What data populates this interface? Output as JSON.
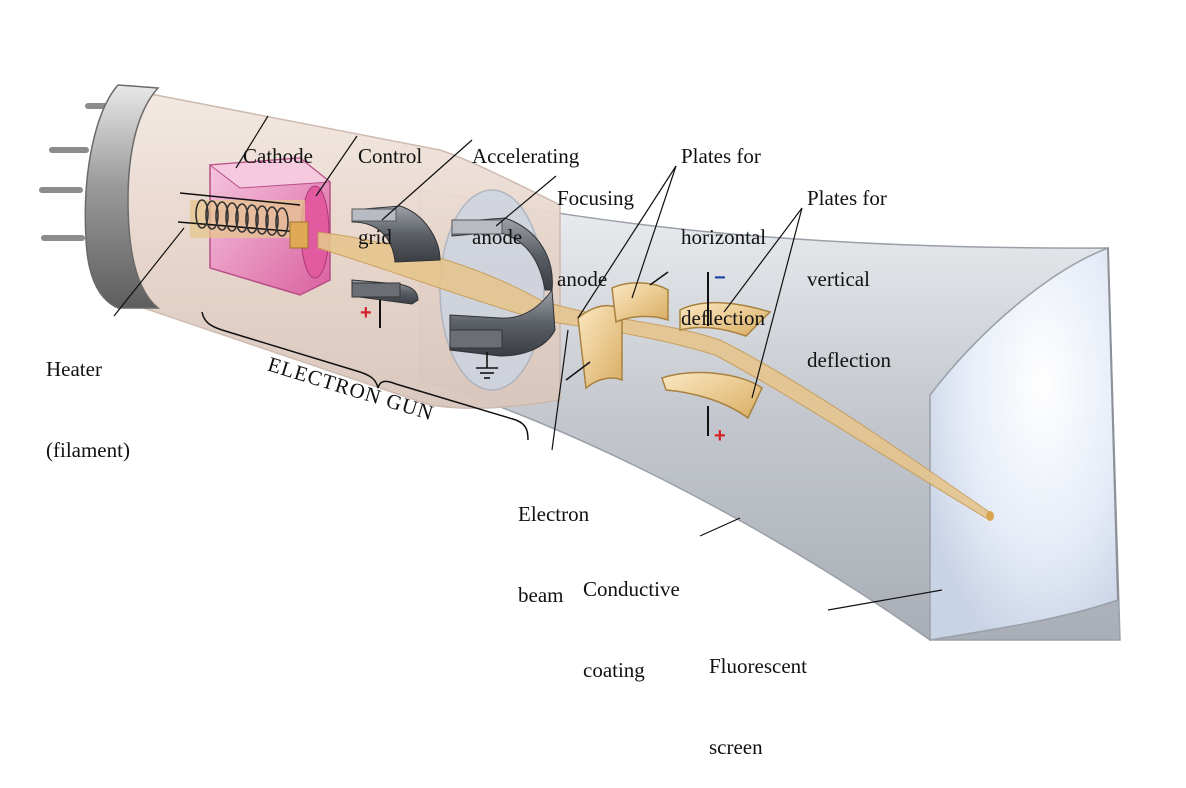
{
  "labels": {
    "cathode": "Cathode",
    "control_grid": [
      "Control",
      "grid"
    ],
    "accelerating_anode": [
      "Accelerating",
      "anode"
    ],
    "focusing_anode": [
      "Focusing",
      "anode"
    ],
    "plates_horizontal": [
      "Plates for",
      "horizontal",
      "deflection"
    ],
    "plates_vertical": [
      "Plates for",
      "vertical",
      "deflection"
    ],
    "heater": [
      "Heater",
      "(filament)"
    ],
    "electron_gun": "ELECTRON GUN",
    "electron_beam": [
      "Electron",
      "beam"
    ],
    "conductive_coating": [
      "Conductive",
      "coating"
    ],
    "fluorescent_screen": [
      "Fluorescent",
      "screen"
    ]
  },
  "signs": {
    "accel_plus": "+",
    "vert_minus": "−",
    "vert_plus": "+"
  },
  "colors": {
    "glass": "#ead9cf",
    "tube_gray": "#c9cdd3",
    "screen": "#e8eef8",
    "cathode_pink": "#e98fbf",
    "beam": "#e6c58e",
    "plate": "#f1d9a6",
    "plus_red": "#d2232a",
    "minus_blue": "#1f4aa0"
  }
}
